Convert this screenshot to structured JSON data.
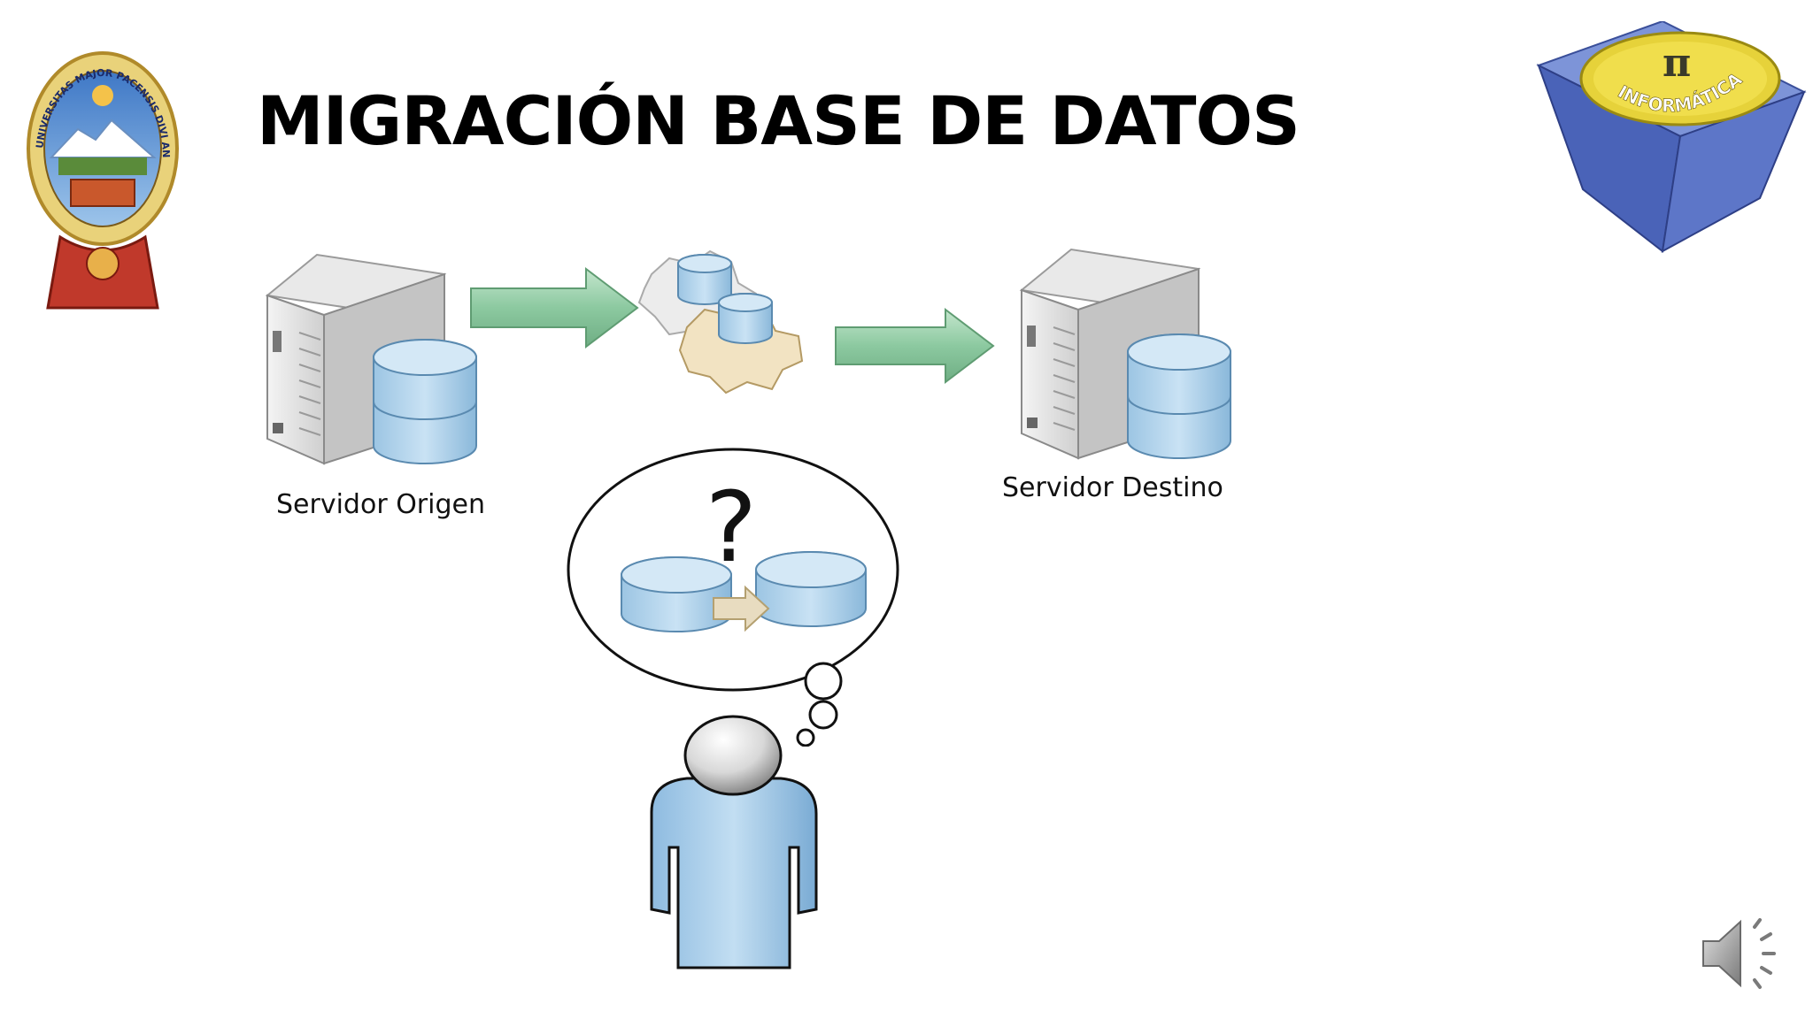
{
  "slide": {
    "title": "MIGRACIÓN BASE DE DATOS"
  },
  "diagram": {
    "source_server_label": "Servidor Origen",
    "target_server_label": "Servidor Destino",
    "thought_symbol": "?"
  },
  "logos": {
    "university_seal_text": "UNIVERSITAS MAJOR PACENSIS DIVI ANDREAE",
    "department_logo_text": "INFORMÁTICA"
  },
  "icons": {
    "left_logo": "university-seal-icon",
    "right_logo": "informatica-cube-icon",
    "speaker": "speaker-audio-icon"
  },
  "colors": {
    "arrow_green": "#8cc9a0",
    "database_blue": "#b9d9ee",
    "server_gray": "#d8d8d8",
    "person_blue": "#a9cfe9"
  }
}
